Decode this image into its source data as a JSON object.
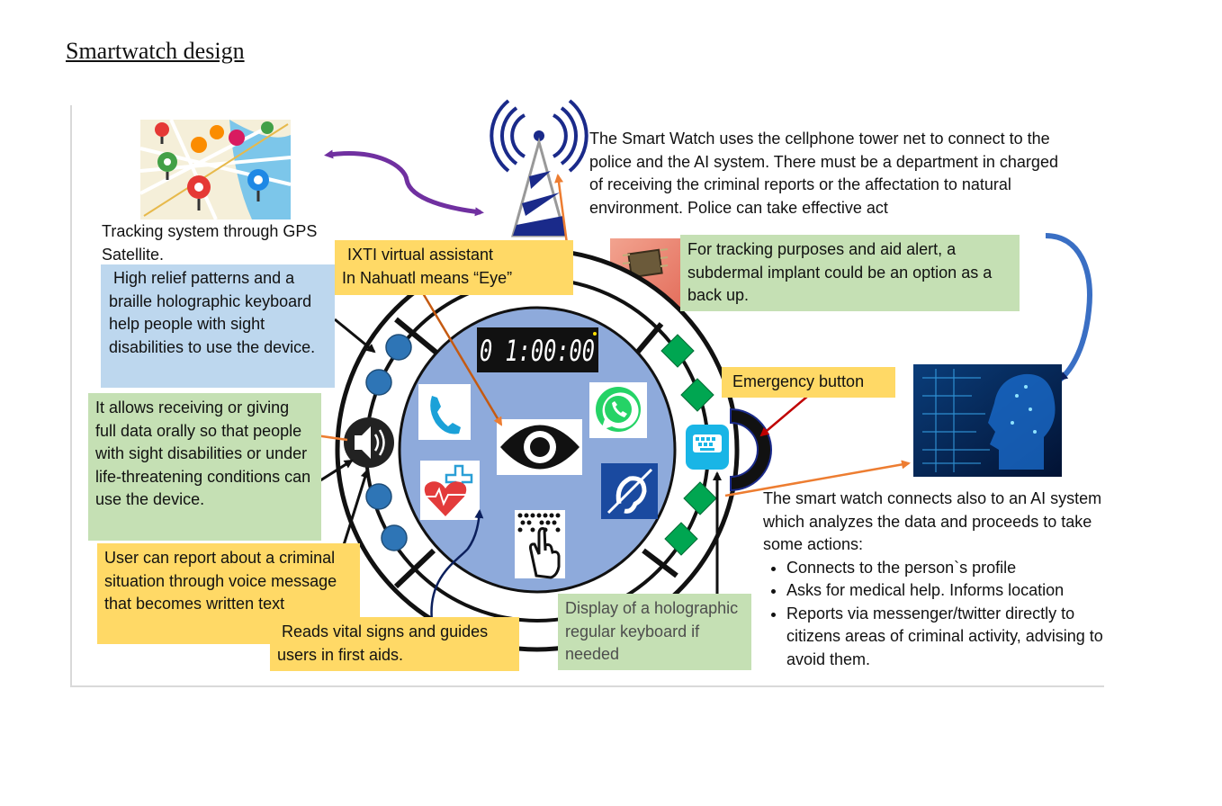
{
  "page": {
    "title": "Smartwatch design"
  },
  "labels": {
    "gps": "Tracking system through GPS Satellite.",
    "tower": "The Smart Watch uses the cellphone tower net to connect to the police and the AI system.  There must be a department in charged of receiving the criminal reports or the affectation to natural environment. Police can take effective act",
    "braille": "High relief patterns and a braille holographic keyboard help people with sight disabilities to use the device.",
    "assistant_line1": "IXTI virtual assistant",
    "assistant_line2": "In Nahuatl means “Eye”",
    "implant": "For tracking purposes and aid alert,  a subdermal implant could be an option as a back up.",
    "emergency": "Emergency button",
    "oral": "It allows receiving or giving full data orally so that people with sight disabilities or under life-threatening conditions can use the device.",
    "report": "User can report about  a criminal situation through voice message that becomes written text",
    "vitals": "Reads vital signs  and  guides users in first aids.",
    "keyboard": "Display of a holographic regular keyboard if needed",
    "ai_intro": "The smart watch  connects also to an AI system which analyzes the data and proceeds to take some actions:",
    "ai_bullets": [
      "Connects to the person`s profile",
      "Asks for medical help. Informs location",
      "Reports via messenger/twitter directly to citizens areas of criminal activity, advising to avoid them."
    ],
    "clock": "0 1:00:00"
  },
  "icons": [
    "gps-map-icon",
    "cell-tower-icon",
    "implant-chip-icon",
    "ai-head-icon",
    "speaker-icon",
    "phone-icon",
    "whatsapp-icon",
    "eye-icon",
    "health-icon",
    "hearing-icon",
    "braille-touch-icon",
    "keyboard-icon"
  ],
  "colors": {
    "watch_face": "#8eaadb",
    "blue_box": "#bdd7ee",
    "green_box": "#c5e0b4",
    "yellow_box": "#ffd966",
    "purple_arrow": "#7030a0",
    "orange_arrow": "#ed7d31"
  }
}
